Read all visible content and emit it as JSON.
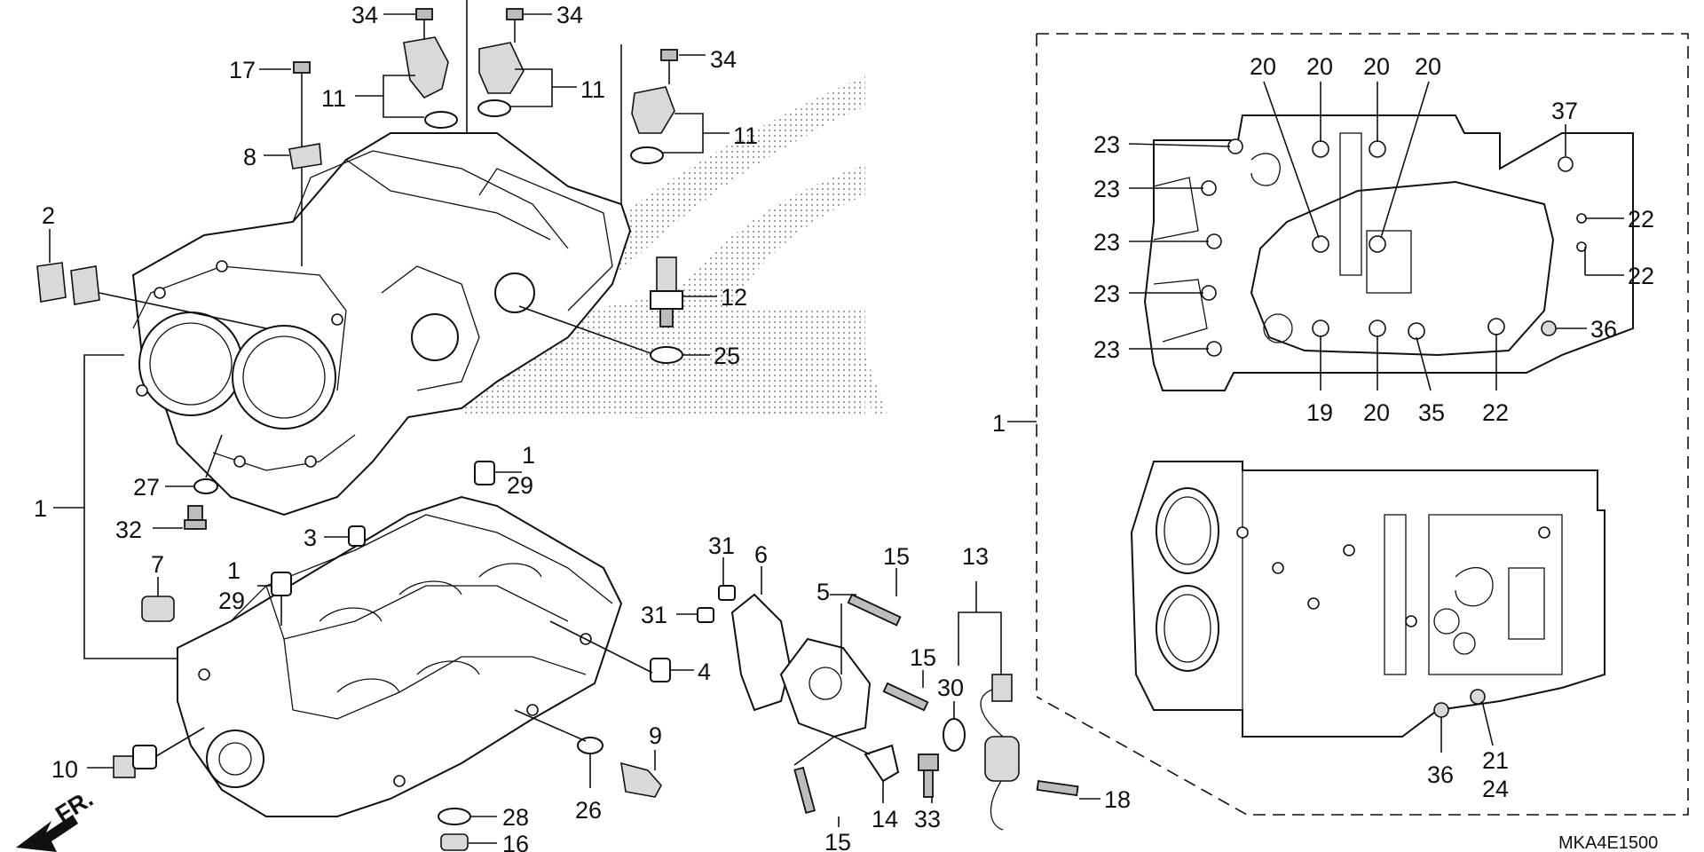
{
  "diagram": {
    "code": "MKA4E1500",
    "front_label": "FR.",
    "callouts": {
      "c1a": "1",
      "c1b": "1",
      "c1c": "1",
      "c1d": "1",
      "c2": "2",
      "c3": "3",
      "c4": "4",
      "c5": "5",
      "c6": "6",
      "c7": "7",
      "c8": "8",
      "c9": "9",
      "c10": "10",
      "c11a": "11",
      "c11b": "11",
      "c11c": "11",
      "c12": "12",
      "c13": "13",
      "c14": "14",
      "c15a": "15",
      "c15b": "15",
      "c15c": "15",
      "c16": "16",
      "c17": "17",
      "c18": "18",
      "c19": "19",
      "c20a": "20",
      "c20b": "20",
      "c20c": "20",
      "c20d": "20",
      "c20e": "20",
      "c21": "21",
      "c22a": "22",
      "c22b": "22",
      "c22c": "22",
      "c23a": "23",
      "c23b": "23",
      "c23c": "23",
      "c23d": "23",
      "c23e": "23",
      "c24": "24",
      "c25": "25",
      "c26": "26",
      "c27": "27",
      "c28": "28",
      "c29a": "29",
      "c29b": "29",
      "c30": "30",
      "c31a": "31",
      "c31b": "31",
      "c32": "32",
      "c33": "33",
      "c34a": "34",
      "c34b": "34",
      "c34c": "34",
      "c35": "35",
      "c36a": "36",
      "c36b": "36",
      "c37": "37"
    }
  }
}
